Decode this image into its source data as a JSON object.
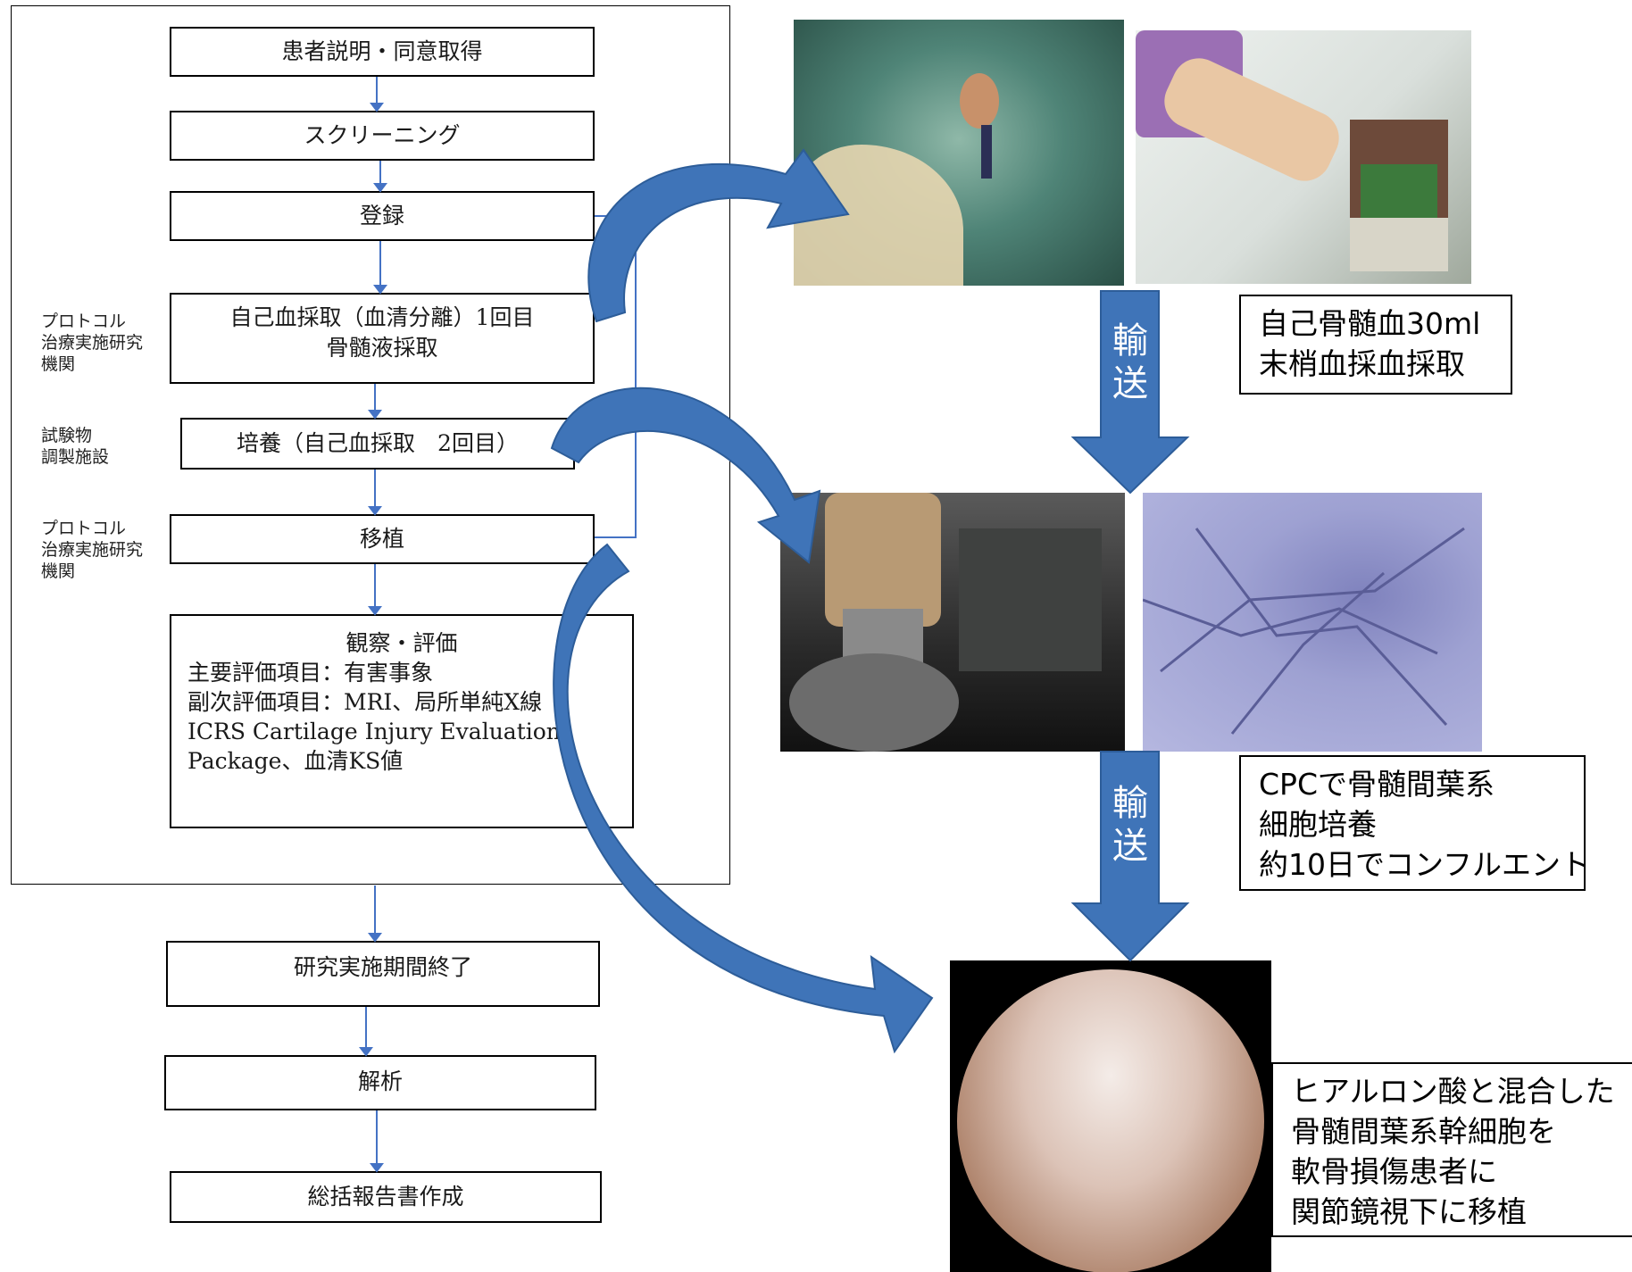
{
  "flow": {
    "steps": [
      "患者説明・同意取得",
      "スクリーニング",
      "登録",
      "自己血採取（血清分離）1回目",
      "骨髄液採取",
      "培養（自己血採取　2回目）",
      "移植"
    ],
    "observation": {
      "title": "観察・評価",
      "lines": [
        "主要評価項目：有害事象",
        "副次評価項目：MRI、局所単純X線",
        "ICRS Cartilage Injury Evaluation",
        "Package、血清KS値"
      ]
    },
    "after_steps": [
      "研究実施期間終了",
      "解析",
      "総括報告書作成"
    ],
    "side_labels": {
      "protocol_1": [
        "プロトコル",
        "治療実施研究",
        "機関"
      ],
      "test_facility": [
        "試験物",
        "調製施設"
      ],
      "protocol_2": [
        "プロトコル",
        "治療実施研究",
        "機関"
      ]
    }
  },
  "transport": {
    "label_1": [
      "輸",
      "送"
    ],
    "label_2": [
      "輸",
      "送"
    ]
  },
  "captions": {
    "harvest": [
      "自己骨髄血30ml",
      "末梢血採血採取"
    ],
    "culture": [
      "CPCで骨髄間葉系",
      "細胞培養",
      "約10日でコンフルエント"
    ],
    "transplant": [
      "ヒアルロン酸と混合した",
      "骨髄間葉系幹細胞を",
      "軟骨損傷患者に",
      "関節鏡視下に移植"
    ]
  },
  "colors": {
    "arrow_blue": "#3f74b8",
    "arrow_blue_dark": "#2d5d99",
    "connector": "#4472c4"
  }
}
